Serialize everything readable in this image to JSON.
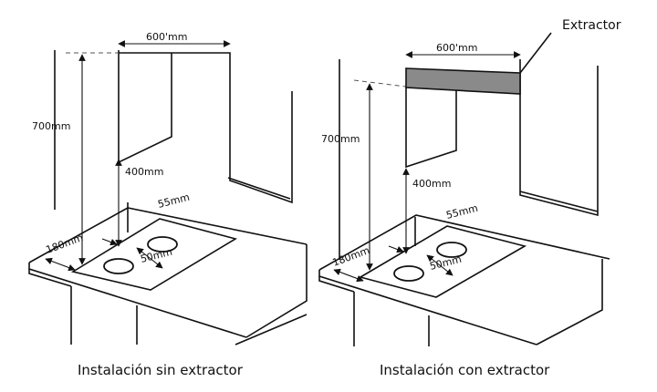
{
  "left": {
    "caption": "Instalación sin extractor",
    "width_label": "600'mm",
    "height_label": "700mm",
    "clearance_label": "400mm",
    "side_label": "55mm",
    "burner_label": "50mm",
    "depth_label": "180mm"
  },
  "right": {
    "caption": "Instalación con extractor",
    "extractor_label": "Extractor",
    "width_label": "600'mm",
    "height_label": "700mm",
    "clearance_label": "400mm",
    "side_label": "55mm",
    "burner_label": "50mm",
    "depth_label": "180mm"
  },
  "colors": {
    "extractor_fill": "#8a8a8a",
    "line": "#111111"
  }
}
